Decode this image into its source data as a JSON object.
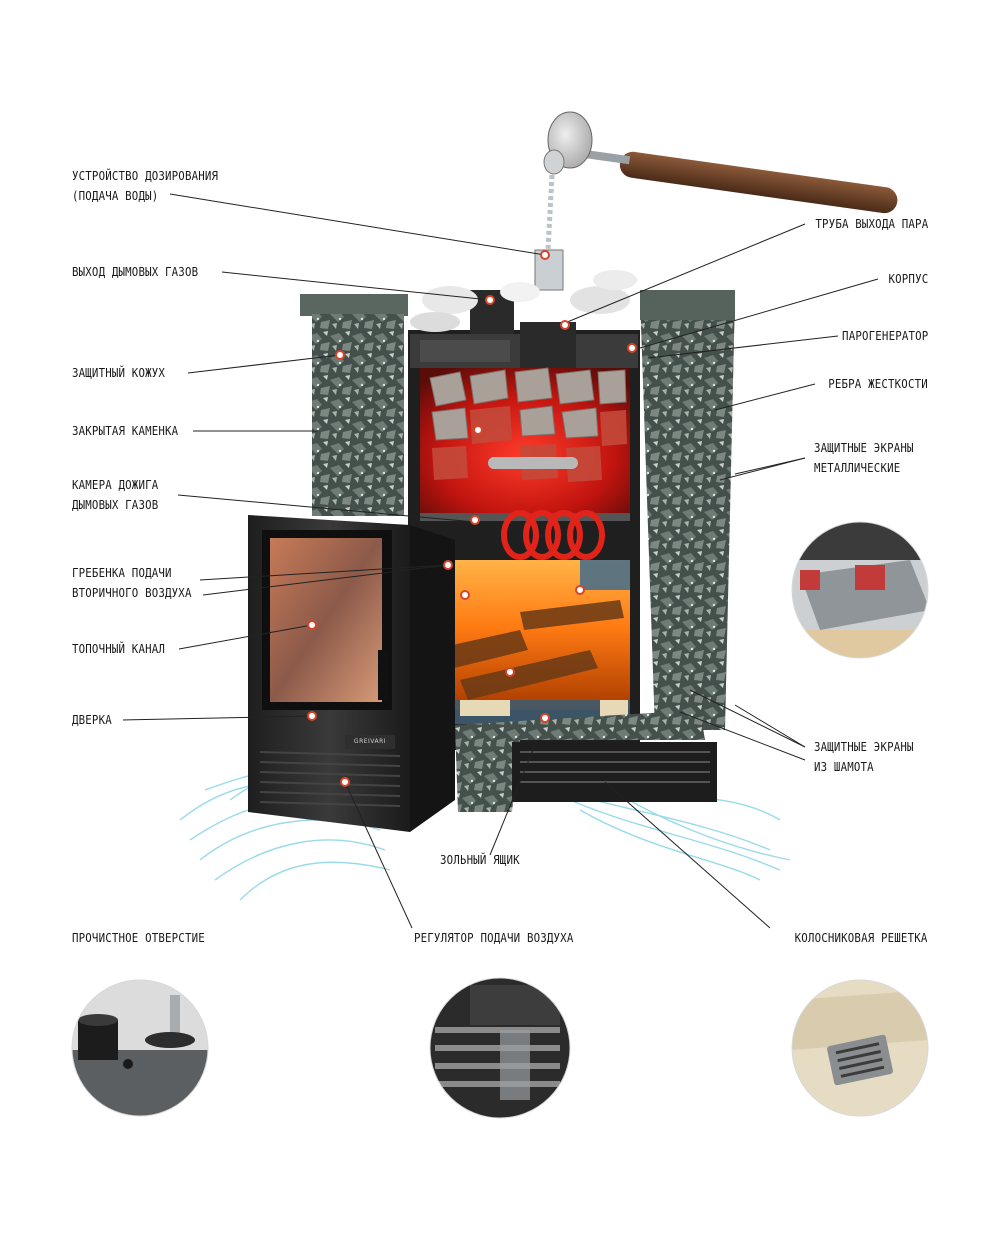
{
  "labels": {
    "dosing_device": [
      "УСТРОЙСТВО ДОЗИРОВАНИЯ",
      "(ПОДАЧА ВОДЫ)"
    ],
    "smoke_outlet": [
      "ВЫХОД ДЫМОВЫХ ГАЗОВ"
    ],
    "protective_casing": [
      "ЗАЩИТНЫЙ КОЖУХ"
    ],
    "closed_heater": [
      "ЗАКРЫТАЯ КАМЕНКА"
    ],
    "afterburn_chamber": [
      "КАМЕРА ДОЖИГА",
      "ДЫМОВЫХ ГАЗОВ"
    ],
    "secondary_air_comb": [
      "ГРЕБЕНКА ПОДАЧИ",
      "ВТОРИЧНОГО ВОЗДУХА"
    ],
    "firebox_channel": [
      "ТОПОЧНЫЙ КАНАЛ"
    ],
    "door": [
      "ДВЕРКА"
    ],
    "steam_pipe": [
      "ТРУБА ВЫХОДА ПАРА"
    ],
    "body": [
      "КОРПУС"
    ],
    "steam_generator": [
      "ПАРОГЕНЕРАТОР"
    ],
    "stiffening_ribs": [
      "РЕБРА ЖЕСТКОСТИ"
    ],
    "metal_screens": [
      "ЗАЩИТНЫЕ ЭКРАНЫ",
      "МЕТАЛЛИЧЕСКИЕ"
    ],
    "chamotte_screens": [
      "ЗАЩИТНЫЕ ЭКРАНЫ",
      "ИЗ ШАМОТА"
    ],
    "ash_box": [
      "ЗОЛЬНЫЙ ЯЩИК"
    ],
    "cleaning_hole": [
      "ПРОЧИСТНОЕ ОТВЕРСТИЕ"
    ],
    "air_regulator": [
      "РЕГУЛЯТОР ПОДАЧИ ВОЗДУХА"
    ],
    "grate": [
      "КОЛОСНИКОВАЯ РЕШЕТКА"
    ]
  },
  "door_badge": "GREIVARI",
  "colors": {
    "stone": "#4a5550",
    "steel": "#2b2b2b",
    "fire": "#ff8a1a",
    "heat": "#e2231a",
    "air": "#7fd2e3",
    "marker": "#d6452b",
    "line": "#222222"
  },
  "icons": [
    "marker-dot",
    "detail-circle"
  ]
}
